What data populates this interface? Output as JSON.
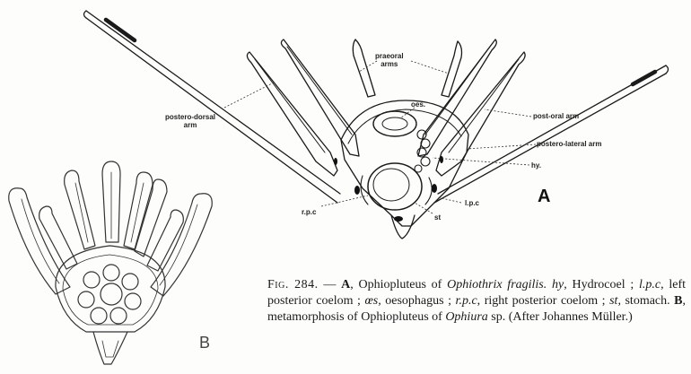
{
  "figure_a": {
    "panel_letter": "A",
    "labels": {
      "praeoral_arms": [
        "praeoral",
        "arms"
      ],
      "oes": "oes.",
      "postero_dorsal_arm": [
        "postero-dorsal",
        "arm"
      ],
      "post_oral_arm": "post-oral arm",
      "postero_lateral_arm": "postero-lateral arm",
      "hy": "hy.",
      "lpc": "l.p.c",
      "rpc": "r.p.c",
      "st": "st"
    }
  },
  "figure_b": {
    "panel_letter": "B"
  },
  "caption": {
    "fig_label": "Fig. 284.",
    "dash": " — ",
    "a_letter": "A",
    "a_text": ", Ophiopluteus of ",
    "a_species": "Ophiothrix fragilis.",
    "hy_abbr": "hy",
    "hy_text": ", Hydrocoel ; ",
    "lpc_abbr": "l.p.c",
    "lpc_text": ", left posterior coelom ; ",
    "oes_abbr": "œs,",
    "oes_text": " oesophagus ; ",
    "rpc_abbr": "r.p.c",
    "rpc_text": ", right posterior coelom ; ",
    "st_abbr": "st,",
    "st_text": " stomach. ",
    "b_letter": "B",
    "b_text": ", metamorphosis of Ophiopluteus of ",
    "b_species": "Ophiura",
    "b_sp": " sp.",
    "after_text": " (After Johannes Müller.)"
  }
}
